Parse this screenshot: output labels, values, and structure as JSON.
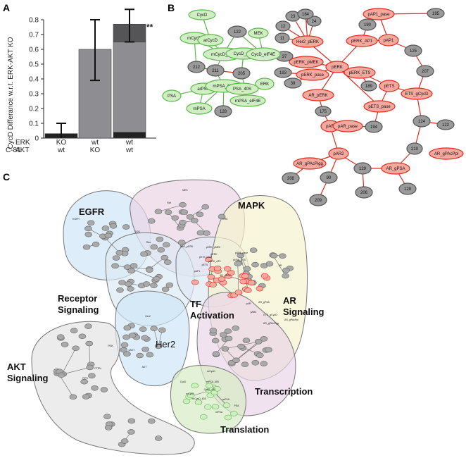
{
  "panels": {
    "a": "A",
    "b": "B",
    "c": "C"
  },
  "chart_data": {
    "type": "bar",
    "ylabel": "CycD Differance w.r.t. ERK-AKT KO",
    "ylim": [
      0,
      0.8
    ],
    "yticks": [
      "0",
      "0.1",
      "0.2",
      "0.3",
      "0.4",
      "0.5",
      "0.6",
      "0.7",
      "0.8"
    ],
    "row_labels": [
      "C-81",
      "ERK",
      "AKT"
    ],
    "categories": [
      {
        "erk": "KO",
        "akt": "wt",
        "c81": "",
        "value": 0.03,
        "err_low": 0.0,
        "err_high": 0.1
      },
      {
        "erk": "wt",
        "akt": "KO",
        "c81": "",
        "value": 0.6,
        "err_low": 0.39,
        "err_high": 0.8
      },
      {
        "erk": "wt",
        "akt": "wt",
        "c81": "",
        "value": 0.77,
        "err_low": 0.65,
        "err_high": 0.87,
        "stack_low": 0.04,
        "stack_mid": 0.65,
        "annotation": "**"
      }
    ],
    "colors": {
      "bar_dark": "#222222",
      "bar_mid": "#8e8e92",
      "bar_top": "#555558"
    }
  },
  "network_b": {
    "green_nodes": [
      "CycD",
      "rnCycD",
      "arCycD",
      "122",
      "MEK",
      "rnCycD_60S",
      "CycD_40S",
      "CycD_eIF4E",
      "212",
      "211",
      "205",
      "ERK",
      "arPSA",
      "rnPSA_60S",
      "PSA_40S",
      "PSA",
      "rnPSA",
      "128",
      "rnPSA_eIF4E"
    ],
    "red_nodes": [
      "Her2_pERK",
      "pERK_pMEK",
      "pERK_pase",
      "pERK",
      "pERK_AP1",
      "pERK_ETS",
      "pAP1_pase",
      "pAP1",
      "pETS",
      "pETS_pase",
      "ETS_gCycD",
      "AR_pERK",
      "pAR",
      "pAR_pase",
      "pAR2",
      "AR_gPAcPigg",
      "AR_gPSA",
      "AR_gPAcPpl"
    ],
    "gray_nodes": [
      "23",
      "184",
      "24",
      "12",
      "11",
      "190",
      "195",
      "37",
      "193",
      "39",
      "125",
      "189",
      "207",
      "175",
      "194",
      "124",
      "122",
      "210",
      "129",
      "208",
      "90",
      "209",
      "206",
      "128"
    ]
  },
  "network_c": {
    "regions": [
      "EGFR",
      "MAPK",
      "Receptor Signaling",
      "TF Activation",
      "Her2",
      "AR Signaling",
      "AKT Signaling",
      "Transcription",
      "Translation"
    ],
    "node_labels": [
      "MEK",
      "ERK",
      "pERK_pMEK",
      "pERK",
      "pERK_AP1",
      "pAP1_pase",
      "pERK_ETS",
      "pETS_pase",
      "pAP1",
      "pETS",
      "Her2_pERK",
      "AR_pERK",
      "pAR",
      "pAR2",
      "AR_gPSA",
      "ETS_gCycD",
      "AR_gPAcPpl",
      "arCycD",
      "rnCycD",
      "rnCycD_60S",
      "CycD_40S",
      "arPSA",
      "PSA",
      "rnPSA",
      "CycD",
      "EGFR",
      "Her2",
      "AKT",
      "pAKT",
      "PI3K",
      "PTEN",
      "PIP3",
      "SOS",
      "Ras",
      "Raf",
      "rnPSA_60S",
      "AR",
      "AR_gPAcPigg"
    ]
  }
}
